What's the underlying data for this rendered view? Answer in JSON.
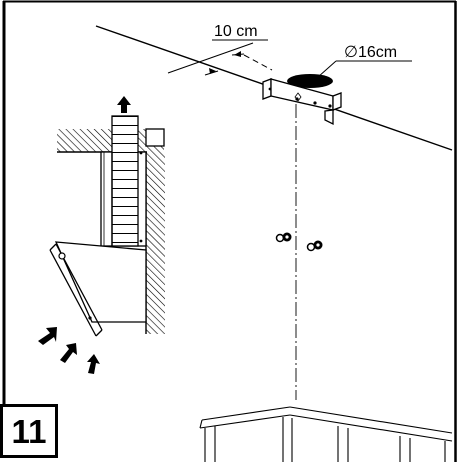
{
  "figure": {
    "step_number": "11",
    "spacing_label": "10 cm",
    "duct_diameter_label": "∅16cm"
  },
  "colors": {
    "line": "#000000",
    "background": "#ffffff"
  },
  "icons": [
    "upward-airflow-arrow-icon",
    "intake-airflow-arrow-icon",
    "wall-plug-screw-icon"
  ]
}
